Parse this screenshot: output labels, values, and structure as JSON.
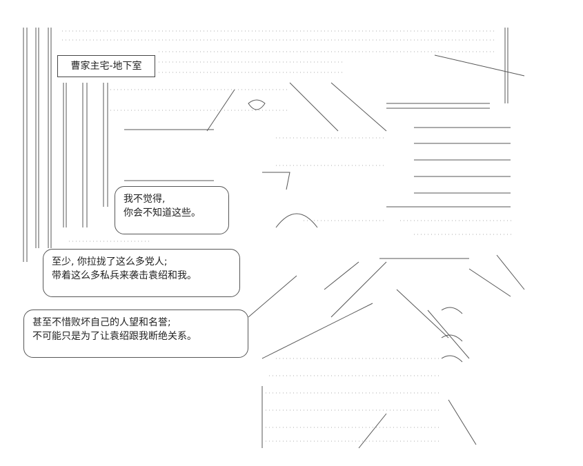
{
  "title_box": {
    "text": "曹家主宅-地下室"
  },
  "dialogue": [
    {
      "lines": [
        "我不觉得,",
        "你会不知道这些。"
      ]
    },
    {
      "lines": [
        "至少, 你拉拢了这么多党人;",
        "带着这么多私兵来袭击袁绍和我。"
      ]
    },
    {
      "lines": [
        "甚至不惜败坏自己的人望和名誉;",
        "不可能只是为了让袁绍跟我断绝关系。"
      ]
    }
  ],
  "colors": {
    "line": "#444444",
    "dots": "#999999"
  }
}
